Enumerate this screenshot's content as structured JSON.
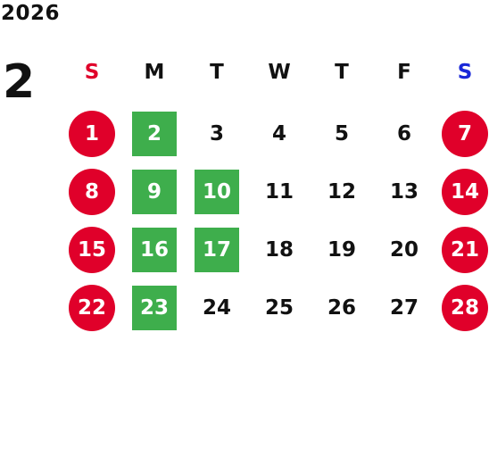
{
  "year": "2026",
  "month": "2",
  "colors": {
    "holiday_red": "#E0002A",
    "highlight_green": "#3EAE4C",
    "sat_blue": "#1A28D8",
    "text": "#111111"
  },
  "weekdays": [
    {
      "label": "S",
      "color": "#E0002A"
    },
    {
      "label": "M",
      "color": "#111111"
    },
    {
      "label": "T",
      "color": "#111111"
    },
    {
      "label": "W",
      "color": "#111111"
    },
    {
      "label": "T",
      "color": "#111111"
    },
    {
      "label": "F",
      "color": "#111111"
    },
    {
      "label": "S",
      "color": "#1A28D8"
    }
  ],
  "weeks": [
    [
      {
        "day": "1",
        "style": "sun"
      },
      {
        "day": "2",
        "style": "green"
      },
      {
        "day": "3",
        "style": "plain"
      },
      {
        "day": "4",
        "style": "plain"
      },
      {
        "day": "5",
        "style": "plain"
      },
      {
        "day": "6",
        "style": "plain"
      },
      {
        "day": "7",
        "style": "sat"
      }
    ],
    [
      {
        "day": "8",
        "style": "sun"
      },
      {
        "day": "9",
        "style": "green"
      },
      {
        "day": "10",
        "style": "green"
      },
      {
        "day": "11",
        "style": "plain"
      },
      {
        "day": "12",
        "style": "plain"
      },
      {
        "day": "13",
        "style": "plain"
      },
      {
        "day": "14",
        "style": "sat"
      }
    ],
    [
      {
        "day": "15",
        "style": "sun"
      },
      {
        "day": "16",
        "style": "green"
      },
      {
        "day": "17",
        "style": "green"
      },
      {
        "day": "18",
        "style": "plain"
      },
      {
        "day": "19",
        "style": "plain"
      },
      {
        "day": "20",
        "style": "plain"
      },
      {
        "day": "21",
        "style": "sat"
      }
    ],
    [
      {
        "day": "22",
        "style": "sun"
      },
      {
        "day": "23",
        "style": "green"
      },
      {
        "day": "24",
        "style": "plain"
      },
      {
        "day": "25",
        "style": "plain"
      },
      {
        "day": "26",
        "style": "plain"
      },
      {
        "day": "27",
        "style": "plain"
      },
      {
        "day": "28",
        "style": "sat"
      }
    ]
  ]
}
